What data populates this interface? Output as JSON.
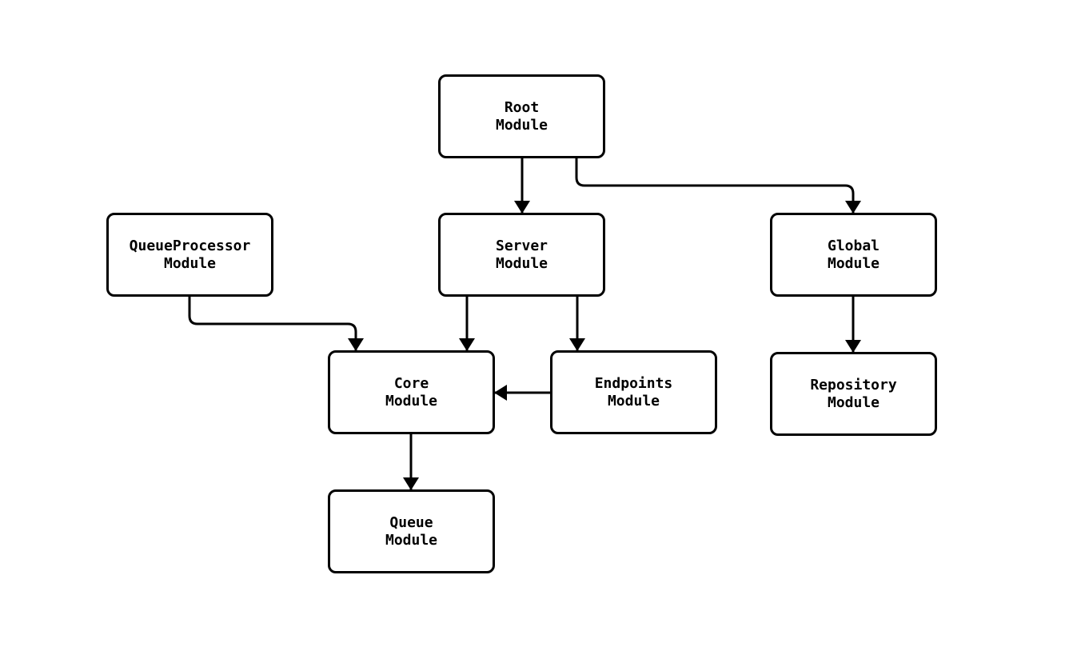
{
  "diagram": {
    "type": "module-dependency-graph",
    "nodes": {
      "root": {
        "label": "Root\nModule"
      },
      "queueprocessor": {
        "label": "QueueProcessor\nModule"
      },
      "server": {
        "label": "Server\nModule"
      },
      "global": {
        "label": "Global\nModule"
      },
      "core": {
        "label": "Core\nModule"
      },
      "endpoints": {
        "label": "Endpoints\nModule"
      },
      "repository": {
        "label": "Repository\nModule"
      },
      "queue": {
        "label": "Queue\nModule"
      }
    },
    "edges": [
      {
        "from": "Root Module",
        "to": "Server Module"
      },
      {
        "from": "Root Module",
        "to": "Global Module"
      },
      {
        "from": "QueueProcessor Module",
        "to": "Core Module"
      },
      {
        "from": "Server Module",
        "to": "Core Module"
      },
      {
        "from": "Server Module",
        "to": "Endpoints Module"
      },
      {
        "from": "Endpoints Module",
        "to": "Core Module"
      },
      {
        "from": "Global Module",
        "to": "Repository Module"
      },
      {
        "from": "Core Module",
        "to": "Queue Module"
      }
    ],
    "colors": {
      "node_border": "#000000",
      "node_fill": "#ffffff",
      "edge_stroke": "#000000",
      "background": "#ffffff",
      "text": "#000000"
    }
  }
}
